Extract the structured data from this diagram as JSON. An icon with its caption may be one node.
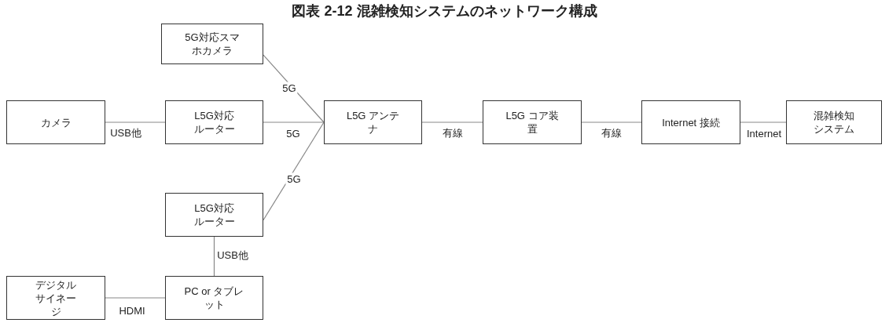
{
  "diagram": {
    "title": "図表 2-12 混雑検知システムのネットワーク構成",
    "nodes": [
      {
        "text": [
          "5G対応スマホカメラ"
        ]
      },
      {
        "text": [
          "カメラ"
        ]
      },
      {
        "text": [
          "L5G対応ルーター"
        ]
      },
      {
        "text": [
          "L5G アンテナ"
        ]
      },
      {
        "text": [
          "L5G コア装置"
        ]
      },
      {
        "text": [
          "Internet 接続"
        ]
      },
      {
        "text": [
          "混雑検知システム"
        ]
      },
      {
        "text": [
          "L5G対応ルーター"
        ]
      },
      {
        "text": [
          "デジタルサイネージ"
        ]
      },
      {
        "text": [
          "PC or タブレット"
        ]
      }
    ],
    "edges": [
      {
        "from": 1,
        "to": 2,
        "arrow": "none",
        "label": "USB他"
      },
      {
        "from": 0,
        "to": 3,
        "arrow": "none",
        "label": "5G"
      },
      {
        "from": 2,
        "to": 3,
        "arrow": "none",
        "label": "5G"
      },
      {
        "from": 7,
        "to": 3,
        "arrow": "none",
        "label": "5G"
      },
      {
        "from": 3,
        "to": 4,
        "arrow": "none",
        "label": "有線"
      },
      {
        "from": 4,
        "to": 5,
        "arrow": "none",
        "label": "有線"
      },
      {
        "from": 5,
        "to": 6,
        "arrow": "none",
        "label": "Internet"
      },
      {
        "from": 7,
        "to": 9,
        "arrow": "none",
        "label": "USB他"
      },
      {
        "from": 8,
        "to": 9,
        "arrow": "none",
        "label": "HDMI"
      }
    ]
  }
}
